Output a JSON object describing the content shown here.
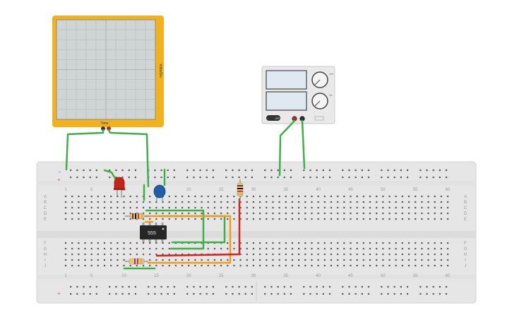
{
  "oscilloscope": {
    "time_label": "Time",
    "volts_label": "Volts/Div",
    "colors": {
      "frame": "#f2b21d",
      "screen": "#cfd4d4",
      "grid": "#aeb6b6"
    }
  },
  "power_supply": {
    "display_top": "",
    "display_bottom": "",
    "knob_labels": [
      "10V",
      "2A"
    ],
    "button_label": "OFF",
    "colors": {
      "body": "#e9e9e9",
      "display": "#dfe9f1"
    }
  },
  "breadboard": {
    "row_letters_top": [
      "A",
      "B",
      "C",
      "D",
      "E"
    ],
    "row_letters_bottom": [
      "F",
      "G",
      "H",
      "I",
      "J"
    ],
    "column_numbers": [
      "1",
      "5",
      "10",
      "15",
      "20",
      "25",
      "30",
      "35",
      "40",
      "45",
      "50",
      "55",
      "60"
    ],
    "rail_plus": "+",
    "rail_minus": "−",
    "colors": {
      "body": "#e6e6e6",
      "hole": "#5a5a5a",
      "rail_red": "#e35353",
      "rail_blue": "#4c7fd1"
    }
  },
  "components": {
    "ic_label": "555",
    "led_color": "#c4231a",
    "capacitor_color": "#1f5fa8"
  },
  "wires": {
    "green": "#3db046",
    "orange": "#f29a1a",
    "red": "#d61f1f"
  }
}
